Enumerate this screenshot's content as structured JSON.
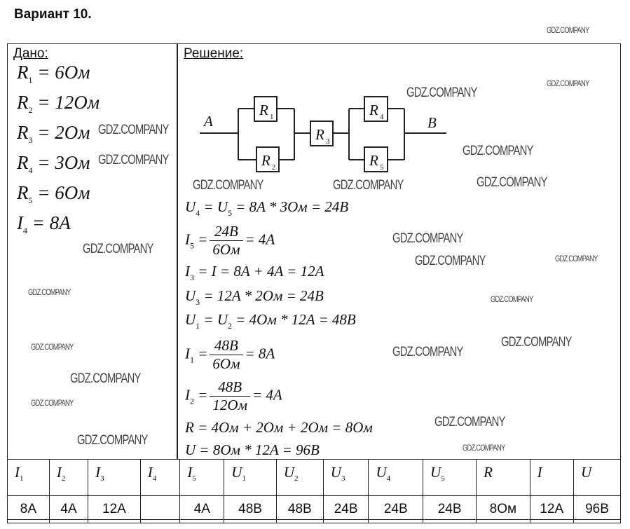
{
  "title": "Вариант 10.",
  "given_header": "Дано:",
  "solution_header": "Решение:",
  "given": [
    {
      "sym": "R",
      "sub": "1",
      "val": "= 6Ом"
    },
    {
      "sym": "R",
      "sub": "2",
      "val": "= 12Ом"
    },
    {
      "sym": "R",
      "sub": "3",
      "val": "= 2Ом"
    },
    {
      "sym": "R",
      "sub": "4",
      "val": "= 3Ом"
    },
    {
      "sym": "R",
      "sub": "5",
      "val": "= 6Ом"
    },
    {
      "sym": "I",
      "sub": "4",
      "val": "= 8A"
    }
  ],
  "circuit": {
    "A": "A",
    "B": "B",
    "R1": "R",
    "R2": "R",
    "R3": "R",
    "R4": "R",
    "R5": "R",
    "s1": "1",
    "s2": "2",
    "s3": "3",
    "s4": "4",
    "s5": "5"
  },
  "solution": {
    "l1": {
      "a": "U",
      "as": "4",
      "b": "= U",
      "bs": "5",
      "c": "= 8A * 3Ом = 24B"
    },
    "l2": {
      "a": "I",
      "as": "5",
      "eq": "=",
      "num": "24B",
      "den": "6Ом",
      "res": "= 4A"
    },
    "l3": {
      "a": "I",
      "as": "3",
      "c": "= I = 8A + 4A = 12A"
    },
    "l4": {
      "a": "U",
      "as": "3",
      "c": "= 12A * 2Ом = 24B"
    },
    "l5": {
      "a": "U",
      "as": "1",
      "b": "= U",
      "bs": "2",
      "c": "= 4Ом * 12A = 48B"
    },
    "l6": {
      "a": "I",
      "as": "1",
      "eq": "=",
      "num": "48B",
      "den": "6Ом",
      "res": "= 8A"
    },
    "l7": {
      "a": "I",
      "as": "2",
      "eq": "=",
      "num": "48B",
      "den": "12Ом",
      "res": "= 4A"
    },
    "l8": {
      "c": "R = 4Ом + 2Ом + 2Ом = 8Ом"
    },
    "l9": {
      "c": "U = 8Ом * 12A = 96B"
    }
  },
  "table": {
    "headers": [
      {
        "s": "I",
        "n": "1"
      },
      {
        "s": "I",
        "n": "2"
      },
      {
        "s": "I",
        "n": "3"
      },
      {
        "s": "I",
        "n": "4"
      },
      {
        "s": "I",
        "n": "5"
      },
      {
        "s": "U",
        "n": "1"
      },
      {
        "s": "U",
        "n": "2"
      },
      {
        "s": "U",
        "n": "3"
      },
      {
        "s": "U",
        "n": "4"
      },
      {
        "s": "U",
        "n": "5"
      },
      {
        "s": "R",
        "n": ""
      },
      {
        "s": "I",
        "n": ""
      },
      {
        "s": "U",
        "n": ""
      }
    ],
    "values": [
      "8A",
      "4A",
      "12A",
      "",
      "4A",
      "48B",
      "48B",
      "24B",
      "24B",
      "24B",
      "8Ом",
      "12A",
      "96B"
    ]
  },
  "watermark": "GDZ.COMPANY"
}
